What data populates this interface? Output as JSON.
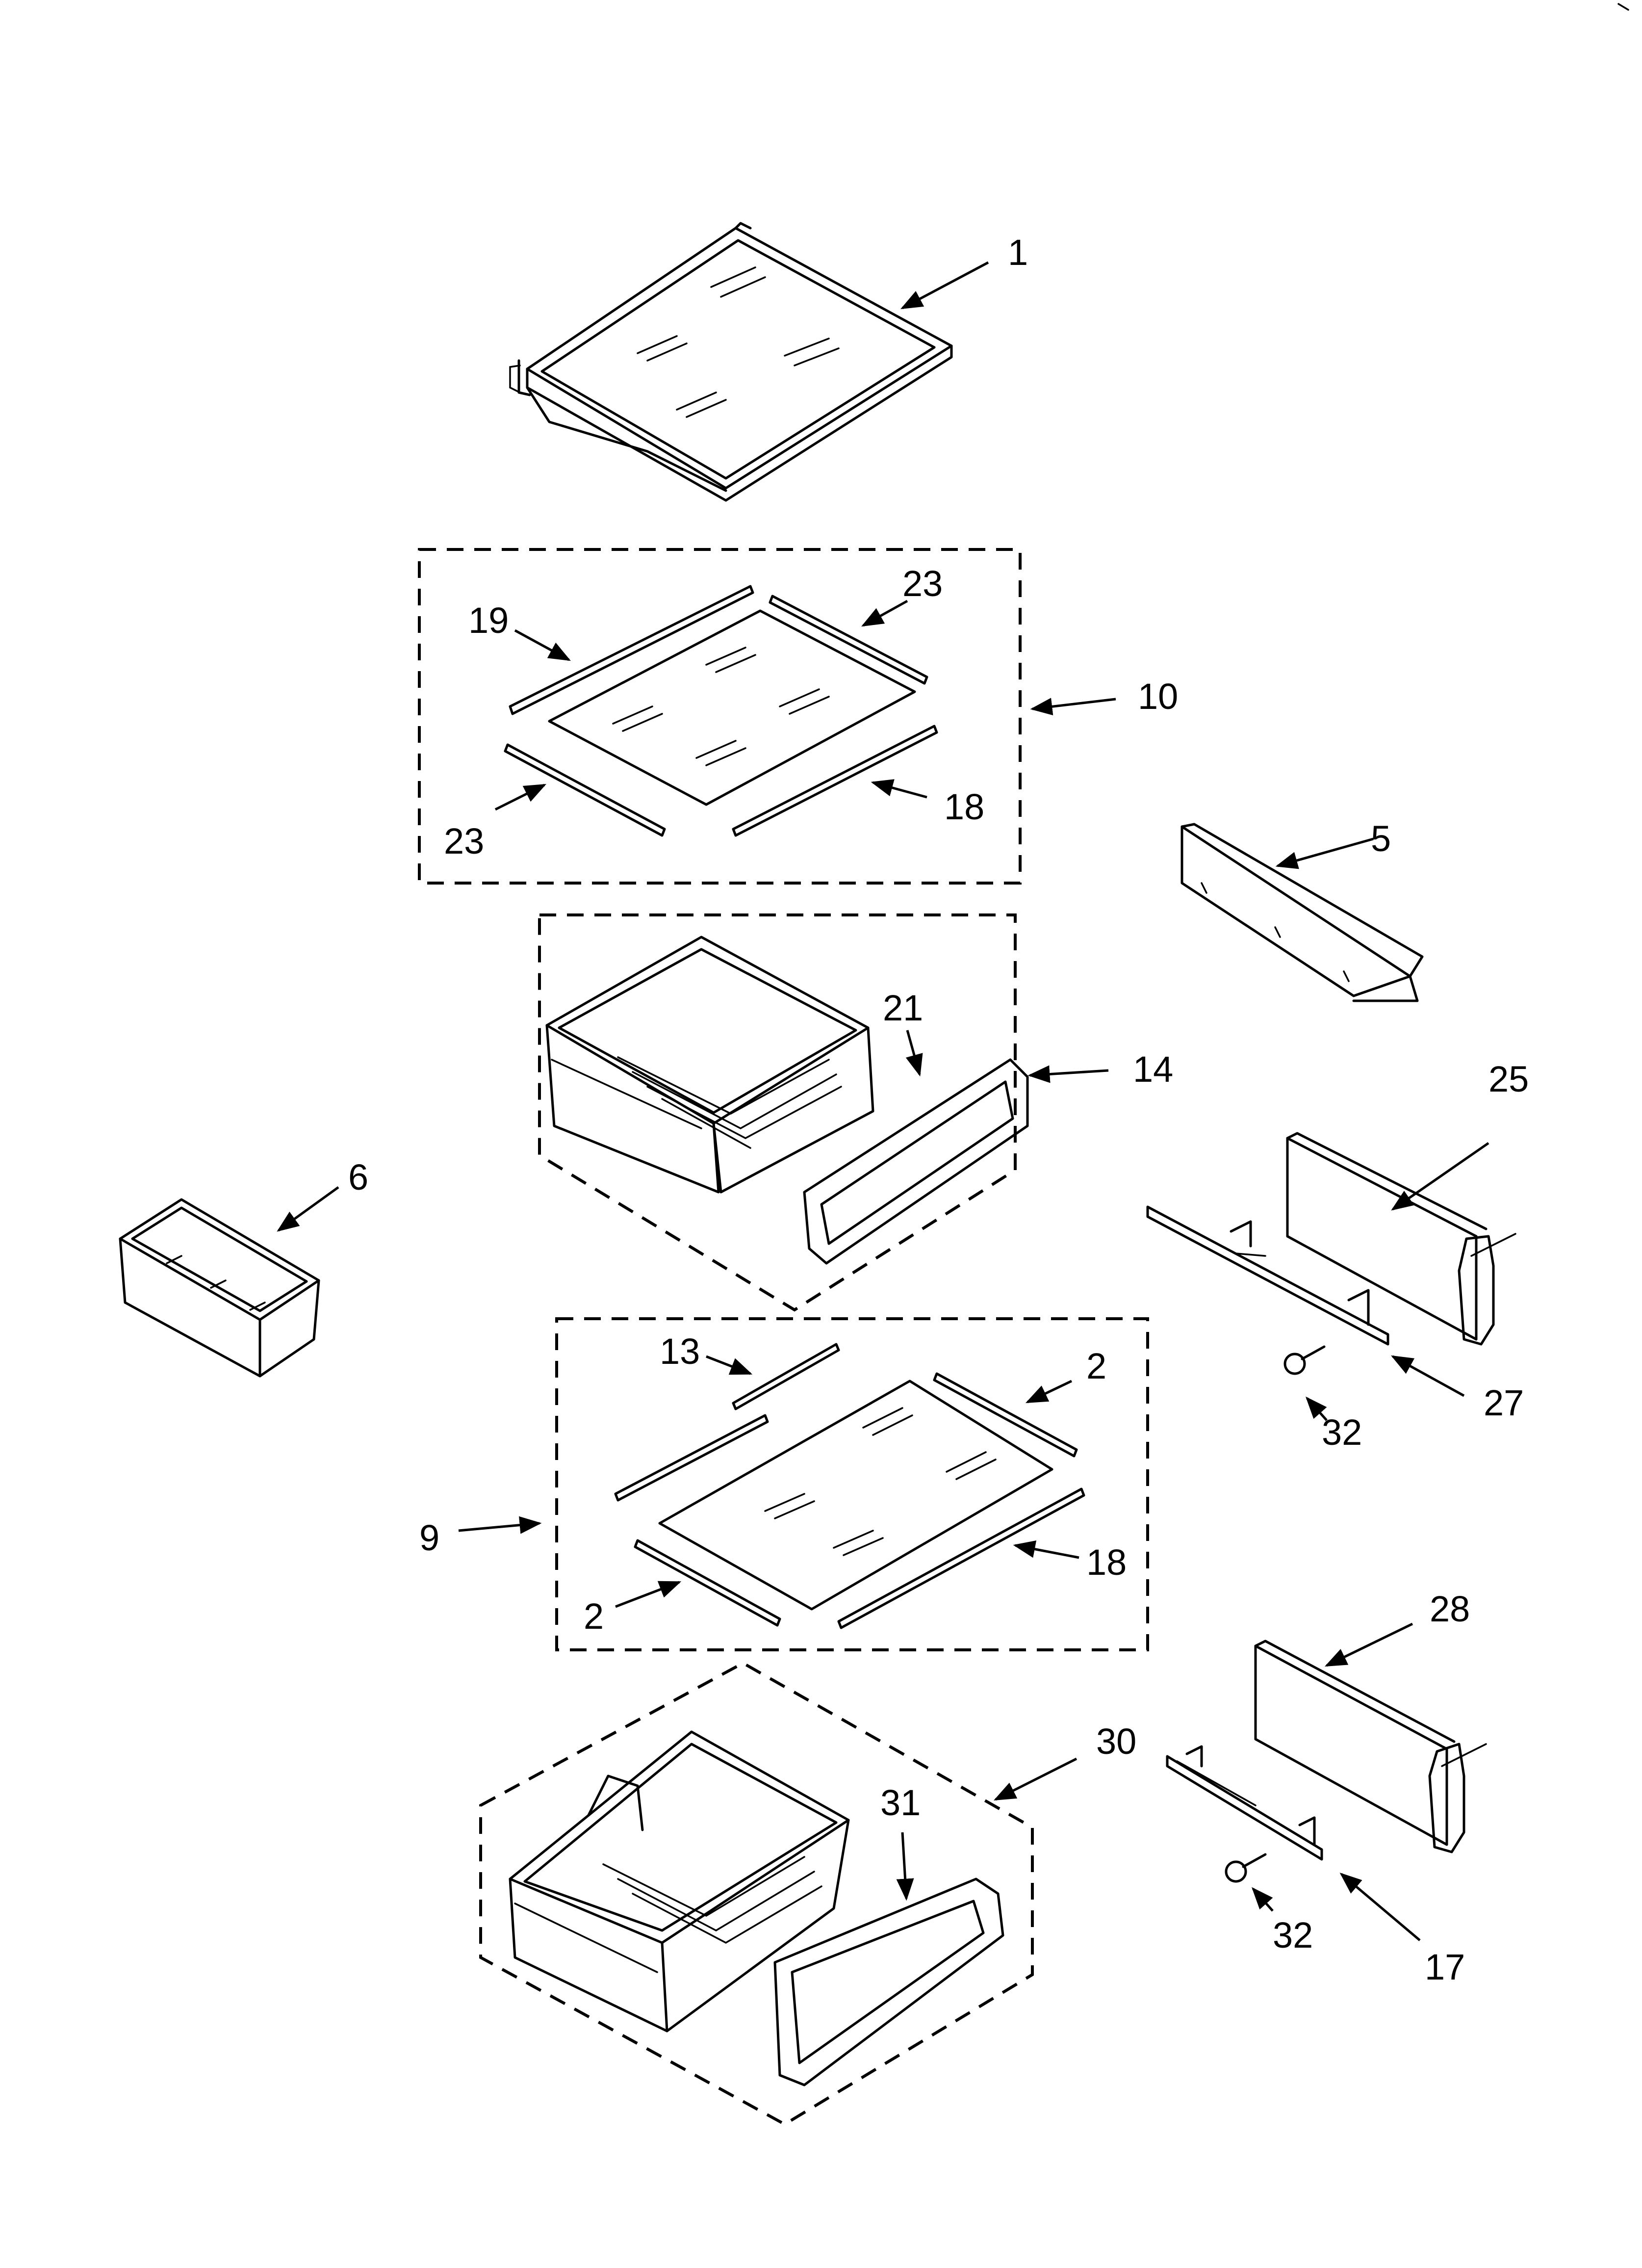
{
  "callouts": [
    {
      "id": "c1",
      "text": "1"
    },
    {
      "id": "c19",
      "text": "19"
    },
    {
      "id": "c23a",
      "text": "23"
    },
    {
      "id": "c10",
      "text": "10"
    },
    {
      "id": "c23b",
      "text": "23"
    },
    {
      "id": "c18a",
      "text": "18"
    },
    {
      "id": "c5",
      "text": "5"
    },
    {
      "id": "c21",
      "text": "21"
    },
    {
      "id": "c14",
      "text": "14"
    },
    {
      "id": "c25",
      "text": "25"
    },
    {
      "id": "c6",
      "text": "6"
    },
    {
      "id": "c13",
      "text": "13"
    },
    {
      "id": "c2a",
      "text": "2"
    },
    {
      "id": "c32a",
      "text": "32"
    },
    {
      "id": "c27",
      "text": "27"
    },
    {
      "id": "c9",
      "text": "9"
    },
    {
      "id": "c18b",
      "text": "18"
    },
    {
      "id": "c2b",
      "text": "2"
    },
    {
      "id": "c28",
      "text": "28"
    },
    {
      "id": "c30",
      "text": "30"
    },
    {
      "id": "c31",
      "text": "31"
    },
    {
      "id": "c32b",
      "text": "32"
    },
    {
      "id": "c17",
      "text": "17"
    }
  ],
  "colors": {
    "line": "#000000",
    "background": "#ffffff"
  }
}
